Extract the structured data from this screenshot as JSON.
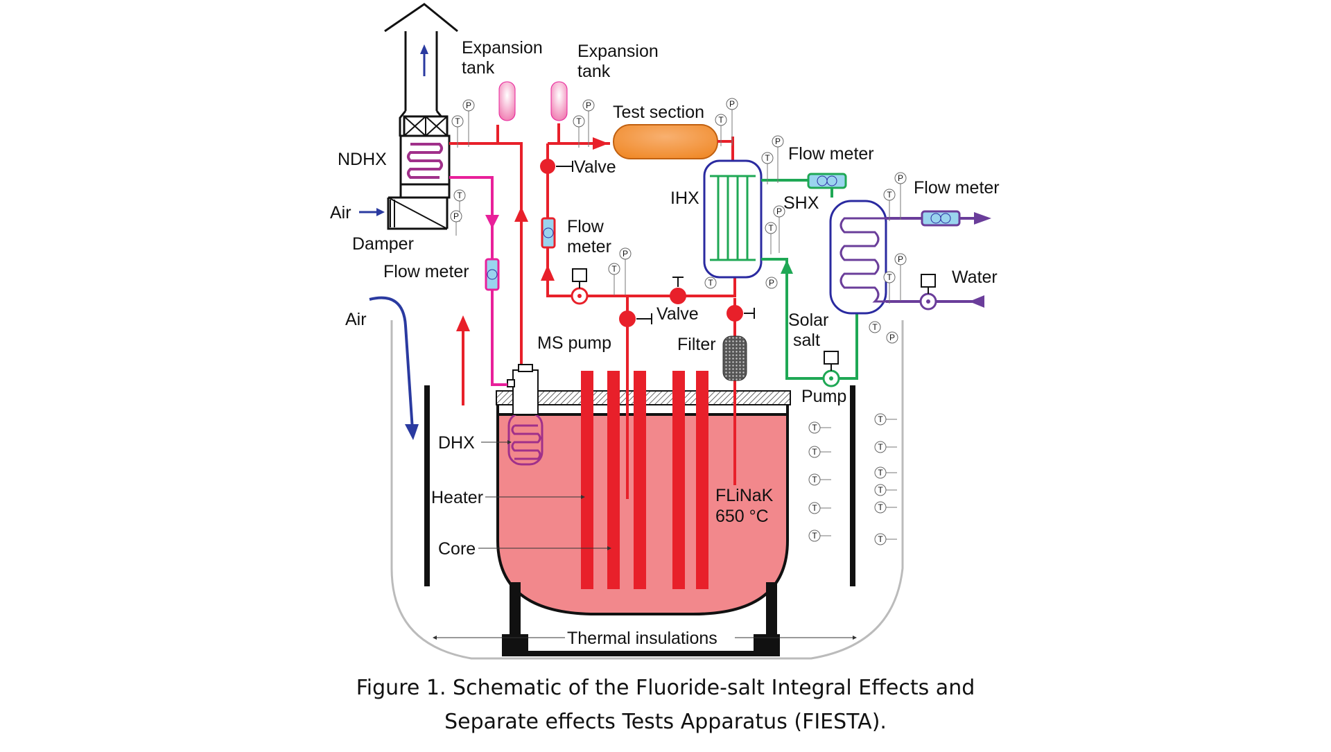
{
  "labels": {
    "expansion_tank_left": [
      "Expansion",
      "tank"
    ],
    "expansion_tank_right": [
      "Expansion",
      "tank"
    ],
    "test_section": "Test section",
    "ndhx": "NDHX",
    "air_inlet": "Air",
    "damper": "Damper",
    "valve_top": "Valve",
    "flow_meter_mid": [
      "Flow",
      "meter"
    ],
    "ihx": "IHX",
    "flow_meter_top_right": "Flow meter",
    "flow_meter_far_right": "Flow meter",
    "shx": "SHX",
    "water": "Water",
    "flow_meter_left": "Flow meter",
    "air_left": "Air",
    "valve_mid": "Valve",
    "ms_pump": "MS pump",
    "filter": "Filter",
    "solar_salt": [
      "Solar",
      "salt"
    ],
    "pump": "Pump",
    "dhx": "DHX",
    "heater": "Heater",
    "core": "Core",
    "salt_name": "FLiNaK",
    "salt_temp": "650 °C",
    "thermal_insulations": "Thermal insulations"
  },
  "instrument_letters": {
    "temperature": "T",
    "pressure": "P"
  },
  "caption": {
    "line1": "Figure 1. Schematic of the Fluoride-salt Integral Effects and",
    "line2": "Separate effects Tests Apparatus (FIESTA)."
  },
  "colors": {
    "primary_loop": "#e8202a",
    "salt_pool": "#f2888c",
    "dhx_loop": "#e8209a",
    "secondary_loop": "#1fa855",
    "tertiary_loop": "#6a3d9a",
    "heat_exchanger_outline": "#2a2aa0",
    "air_arrow": "#2a3aa0",
    "expansion_tank": "#f07ab0",
    "test_section": "#f08a2a",
    "flow_meter": "#9ad4ee",
    "frame": "#111111"
  }
}
